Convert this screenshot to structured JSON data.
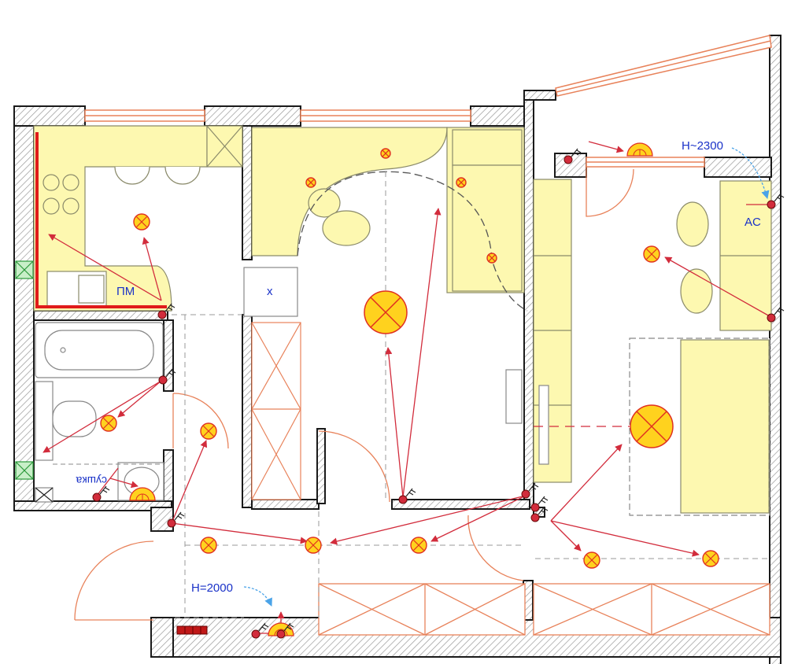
{
  "labels": {
    "pm": "ПМ",
    "sushka": "сушка",
    "x_mark": "x",
    "ac": "AC",
    "h2300": "H~2300",
    "h2000": "H=2000"
  },
  "colors": {
    "wall": "#1a1a1a",
    "hatch": "#888888",
    "furniture": "#fdf8b0",
    "furniture_stroke": "#b8b48a",
    "wiring": "#d22c3c",
    "lamp_fill": "#ffd21e",
    "lamp_ring": "#e03020",
    "door": "#e8825a",
    "label": "#1a32c8",
    "arrow_blue": "#4aa3e8"
  },
  "icons": [
    "ceiling-light-icon",
    "pendant-light-icon",
    "switch-icon",
    "socket-icon",
    "wall-sconce-icon",
    "arrow-icon"
  ]
}
